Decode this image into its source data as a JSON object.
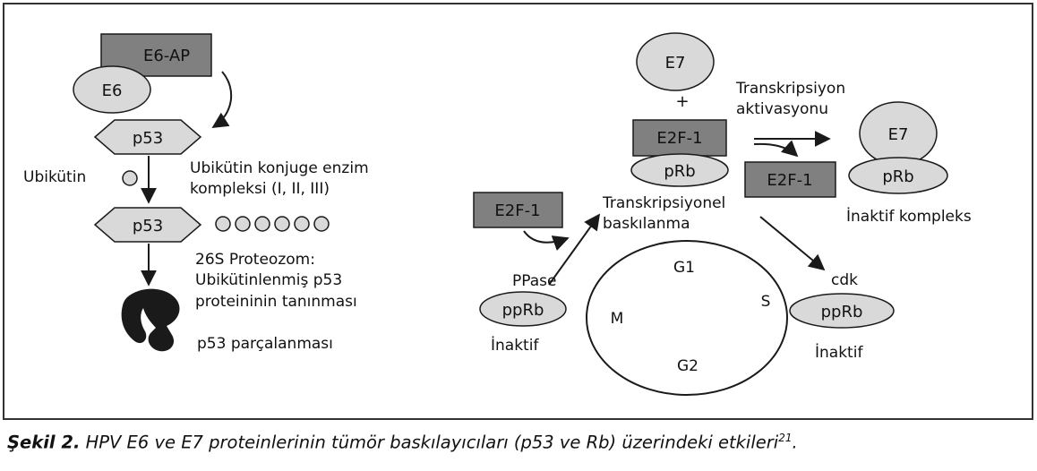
{
  "left": {
    "e6ap": "E6-AP",
    "e6": "E6",
    "p53_top": "p53",
    "ubikutin": "Ubikütin",
    "enzyme_line1": "Ubikütin konjuge enzim",
    "enzyme_line2": "kompleksi (I, II, III)",
    "p53_mid": "p53",
    "proteasome_line1": "26S Proteozom:",
    "proteasome_line2": "Ubikütinlenmiş p53",
    "proteasome_line3": "proteininin tanınması",
    "degradation": "p53 parçalanması"
  },
  "right": {
    "e7": "E7",
    "plus": "+",
    "e2f1_center": "E2F-1",
    "prb_center": "pRb",
    "transcription_activation_line1": "Transkripsiyon",
    "transcription_activation_line2": "aktivasyonu",
    "e2f1_released": "E2F-1",
    "complex_e7": "E7",
    "complex_prb": "pRb",
    "inactive_complex": "İnaktif kompleks",
    "e2f1_left": "E2F-1",
    "repression_line1": "Transkripsiyonel",
    "repression_line2": "baskılanma",
    "ppase": "PPase",
    "pprb_left": "ppRb",
    "inactive_left": "İnaktif",
    "cycle_g1": "G1",
    "cycle_s": "S",
    "cycle_g2": "G2",
    "cycle_m": "M",
    "cdk": "cdk",
    "pprb_right": "ppRb",
    "inactive_right": "İnaktif"
  },
  "caption": {
    "label": "Şekil 2.",
    "text": " HPV E6 ve E7 proteinlerinin tümör baskılayıcıları (p53 ve Rb) üzerindeki etkileri",
    "ref": "21",
    "end": "."
  },
  "colors": {
    "box_dark": "#808080",
    "ellipse_light": "#d9d9d9",
    "stroke": "#1a1a1a"
  }
}
